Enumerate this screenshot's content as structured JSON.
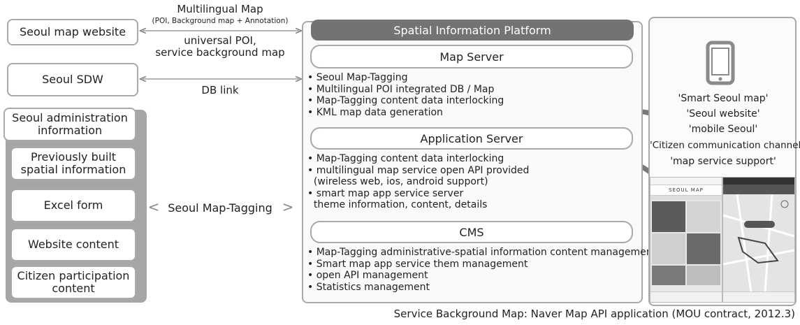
{
  "left_boxes": {
    "seoul_map_website": "Seoul map website",
    "seoul_sdw": "Seoul SDW"
  },
  "arrows": {
    "multilingual_title": "Multilingual Map",
    "multilingual_sub": "(POI, Background map + Annotation)",
    "universal_poi_1": "universal POI,",
    "universal_poi_2": "service background map",
    "db_link": "DB link"
  },
  "sources": {
    "items": [
      "Seoul administration information",
      "Previously built spatial information",
      "Excel form",
      "Website content",
      "Citizen participation content"
    ]
  },
  "tagging": {
    "label": "Seoul Map-Tagging",
    "left_chevron": "<",
    "right_chevron": ">"
  },
  "platform": {
    "title": "Spatial Information Platform",
    "map_server": {
      "title": "Map Server",
      "bullets": [
        "Seoul Map-Tagging",
        "Multilingual POI integrated DB / Map",
        "Map-Tagging content data interlocking",
        "KML map data generation"
      ]
    },
    "app_server": {
      "title": "Application Server",
      "bullets": [
        "Map-Tagging content data interlocking",
        "multilingual map service open API provided",
        "(wireless web, ios, android support)",
        "smart map app service server",
        "theme information, content, details"
      ]
    },
    "cms": {
      "title": "CMS",
      "bullets": [
        "Map-Tagging administrative-spatial information content management",
        "Smart map app service them management",
        "open API management",
        "Statistics management"
      ]
    }
  },
  "mobile": {
    "lines": [
      "'Smart Seoul map'",
      "'Seoul website'",
      "'mobile Seoul'",
      "'Citizen communication channel'",
      "'map service support'"
    ],
    "screen_title": "SEOUL MAP"
  },
  "footer": "Service Background Map: Naver Map API application (MOU contract, 2012.3)"
}
